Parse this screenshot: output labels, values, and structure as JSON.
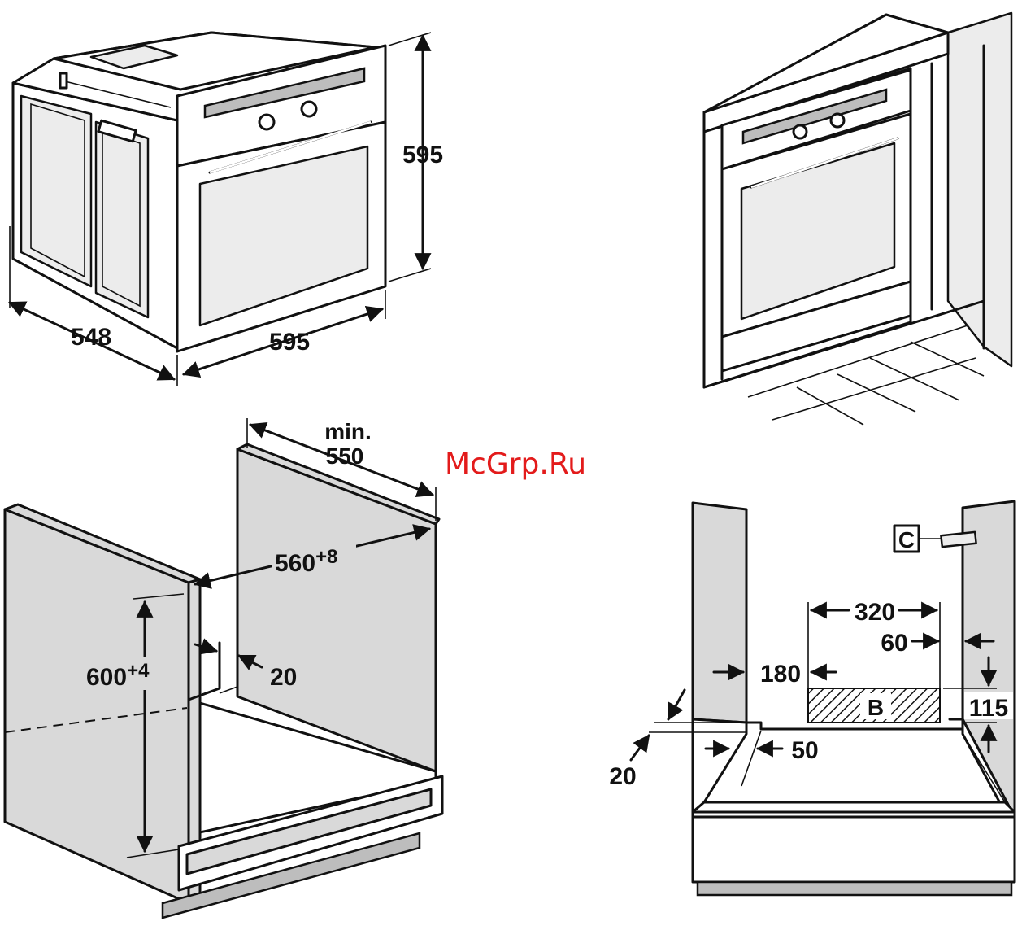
{
  "watermark": "McGrp.Ru",
  "oven_dimensions": {
    "depth": "548",
    "width": "595",
    "height": "595"
  },
  "cabinet_dimensions": {
    "depth_prefix": "min.",
    "depth": "550",
    "width_base": "560",
    "width_tol": "+8",
    "height_base": "600",
    "height_tol": "+4",
    "gap": "20"
  },
  "front_dimensions": {
    "label_c": "C",
    "label_b": "B",
    "opening_width": "320",
    "side_offset": "60",
    "left_offset": "180",
    "opening_height": "115",
    "rear_gap": "50",
    "front_gap": "20"
  },
  "colors": {
    "panel_gray": "#d9d9d9",
    "watermark_red": "#e31b1b"
  }
}
